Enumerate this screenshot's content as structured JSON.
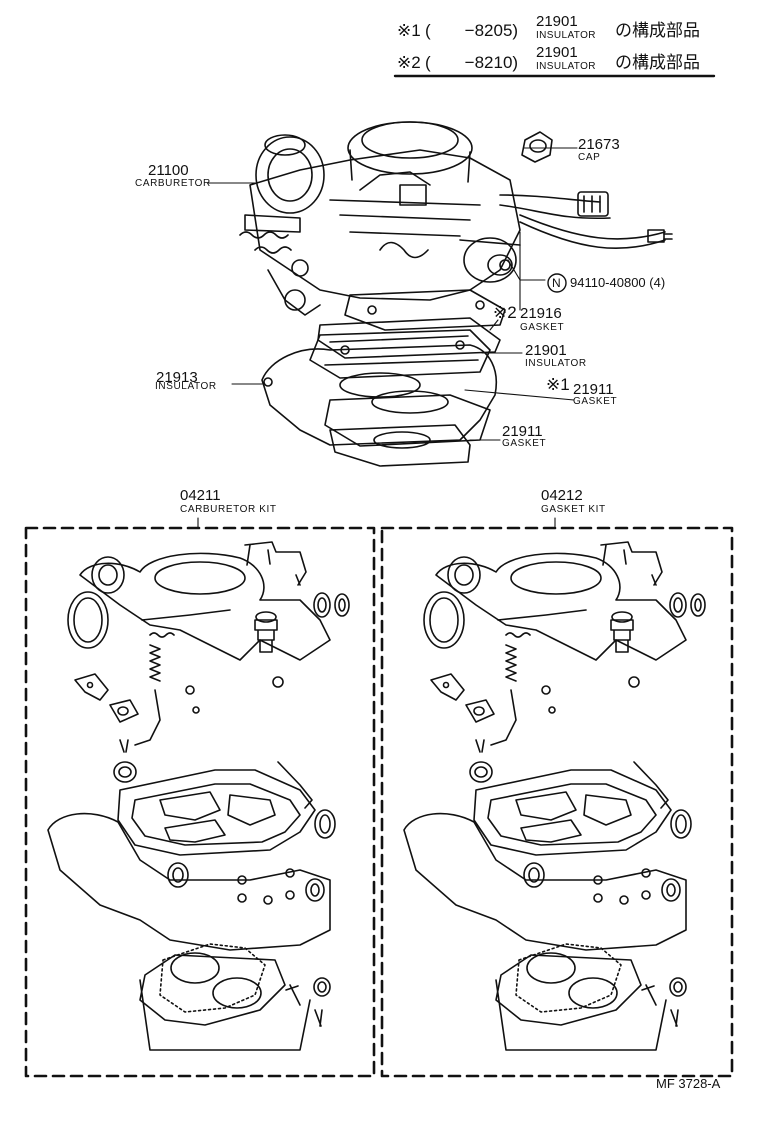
{
  "header_notes": [
    {
      "mark": "※1",
      "range": "(　　−8205)",
      "part_no": "21901",
      "part_name": "INSULATOR",
      "suffix": "の構成部品"
    },
    {
      "mark": "※2",
      "range": "(　　−8210)",
      "part_no": "21901",
      "part_name": "INSULATOR",
      "suffix": "の構成部品"
    }
  ],
  "callouts": {
    "cap": {
      "number": "21673",
      "name": "CAP"
    },
    "carburetor": {
      "number": "21100",
      "name": "CARBURETOR"
    },
    "nut": {
      "badge": "N",
      "number": "94110-40800 (4)"
    },
    "gasket_21916": {
      "mark": "※2",
      "number": "21916",
      "name": "GASKET"
    },
    "insulator_21901": {
      "number": "21901",
      "name": "INSULATOR"
    },
    "insulator_21913": {
      "number": "21913",
      "name": "INSULATOR"
    },
    "gasket_21911_a": {
      "mark": "※1",
      "number": "21911",
      "name": "GASKET"
    },
    "gasket_21911_b": {
      "number": "21911",
      "name": "GASKET"
    }
  },
  "kits": [
    {
      "number": "04211",
      "name": "CARBURETOR KIT"
    },
    {
      "number": "04212",
      "name": "GASKET KIT"
    }
  ],
  "footer_code": "MF  3728-A"
}
